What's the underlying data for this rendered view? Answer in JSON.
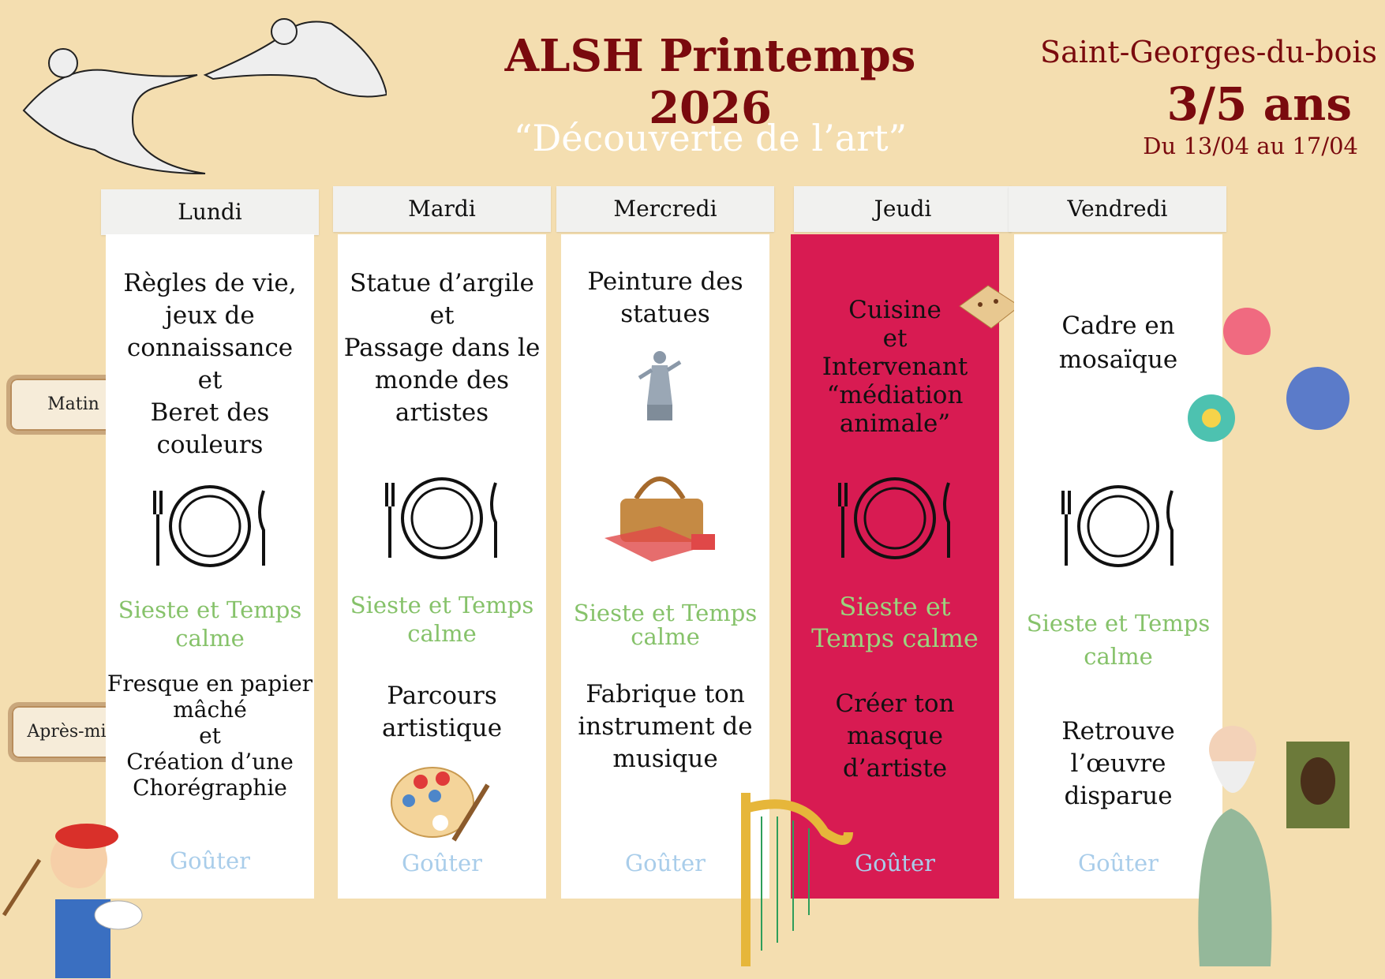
{
  "header": {
    "title": "ALSH Printemps 2026",
    "subtitle": "“Découverte de l’art”",
    "town": "Saint-Georges-du-bois",
    "age_group": "3/5 ans",
    "dates": "Du 13/04 au 17/04"
  },
  "labels": {
    "morning": "Matin",
    "afternoon": "Après-midi"
  },
  "days": [
    {
      "name": "Lundi",
      "morning": "Règles de vie,\njeux de\nconnaissance\net\nBeret des\ncouleurs",
      "nap": "Sieste et Temps\ncalme",
      "afternoon": "Fresque en papier\nmâché\net\nCréation d’une\nChorégraphie",
      "snack": "Goûter"
    },
    {
      "name": "Mardi",
      "morning": "Statue d’argile\net\nPassage dans le\nmonde des\nartistes",
      "nap": "Sieste et Temps\ncalme",
      "afternoon": "Parcours\nartistique",
      "snack": "Goûter"
    },
    {
      "name": "Mercredi",
      "morning": "Peinture des\nstatues",
      "nap": "Sieste et Temps\ncalme",
      "afternoon": "Fabrique ton\ninstrument de\nmusique",
      "snack": "Goûter"
    },
    {
      "name": "Jeudi",
      "morning": "Cuisine\net\nIntervenant\n“médiation\nanimale”",
      "nap": "Sieste et\nTemps calme",
      "afternoon": "Créer ton\nmasque\nd’artiste",
      "snack": "Goûter"
    },
    {
      "name": "Vendredi",
      "morning": "Cadre en\nmosaïque",
      "nap": "Sieste et Temps\ncalme",
      "afternoon": "Retrouve\nl’œuvre\ndisparue",
      "snack": "Goûter"
    }
  ],
  "colors": {
    "accent": "#7a0a0e",
    "highlight_day": "#d81b52",
    "nap": "#86c26a",
    "snack": "#a9cdea",
    "background": "#f4deb0"
  }
}
